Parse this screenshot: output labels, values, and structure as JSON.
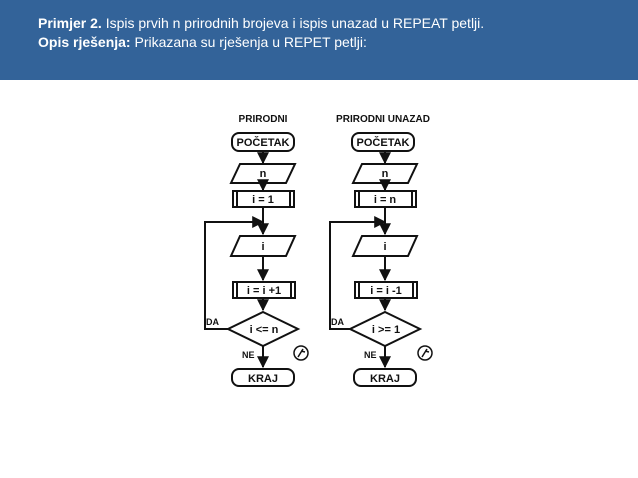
{
  "header": {
    "line1_label": "Primjer 2.",
    "line1_text": " Ispis prvih n prirodnih brojeva i ispis unazad u REPEAT petlji.",
    "line2_label": "Opis rješenja:",
    "line2_text": " Prikazana su rješenja u REPET petlji:"
  },
  "flowcharts": {
    "left": {
      "title": "PRIRODNI",
      "start": "POČETAK",
      "input": "n",
      "init": "i = 1",
      "output": "i",
      "update": "i = i +1",
      "condition": "i <= n",
      "yes_label": "DA",
      "no_label": "NE",
      "end": "KRAJ"
    },
    "right": {
      "title": "PRIRODNI UNAZAD",
      "start": "POČETAK",
      "input": "n",
      "init": "i = n",
      "output": "i",
      "update": "i = i -1",
      "condition": "i >= 1",
      "yes_label": "DA",
      "no_label": "NE",
      "end": "KRAJ"
    }
  },
  "colors": {
    "header_bg": "#336399",
    "header_text": "#ffffff",
    "diagram_stroke": "#111111"
  }
}
